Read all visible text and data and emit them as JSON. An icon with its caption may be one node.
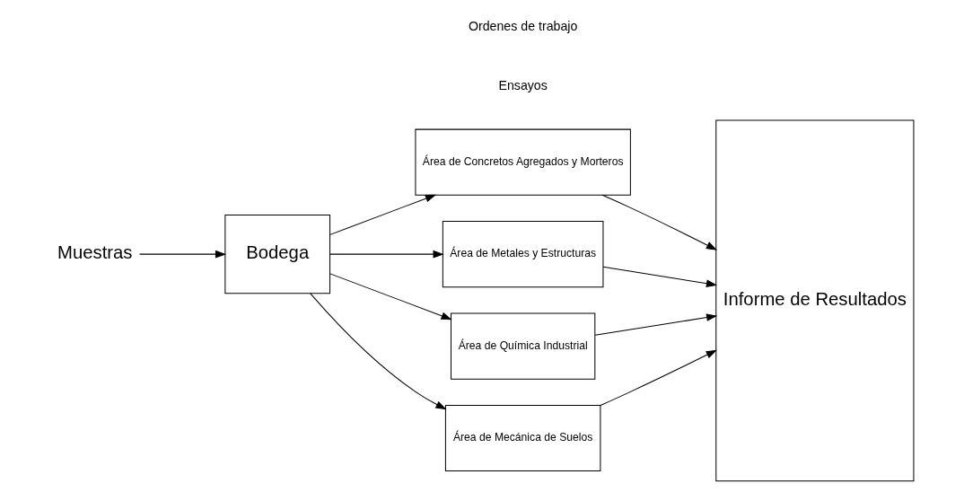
{
  "diagram": {
    "nodes": [
      {
        "text": [
          "Muestras"
        ]
      },
      {
        "text": [
          "Bodega"
        ]
      },
      {
        "text": [
          "Área de Concretos Agregados y Morteros"
        ]
      },
      {
        "text": [
          "Área de Metales y Estructuras"
        ]
      },
      {
        "text": [
          "Área de Química Industrial"
        ]
      },
      {
        "text": [
          "Área de Mecánica de Suelos"
        ]
      },
      {
        "text": [
          "Informe de Resultados"
        ]
      }
    ],
    "edges": [
      {
        "from": 0,
        "to": 1,
        "arrow": "to"
      },
      {
        "from": 1,
        "to": 2,
        "arrow": "to"
      },
      {
        "from": 1,
        "to": 3,
        "arrow": "to"
      },
      {
        "from": 1,
        "to": 4,
        "arrow": "to"
      },
      {
        "from": 1,
        "to": 5,
        "arrow": "to"
      },
      {
        "from": 2,
        "to": 6,
        "arrow": "to"
      },
      {
        "from": 3,
        "to": 6,
        "arrow": "to"
      },
      {
        "from": 4,
        "to": 6,
        "arrow": "to"
      },
      {
        "from": 5,
        "to": 6,
        "arrow": "to"
      }
    ],
    "labels": [
      "Ensayos",
      "Ordenes de trabajo"
    ]
  }
}
